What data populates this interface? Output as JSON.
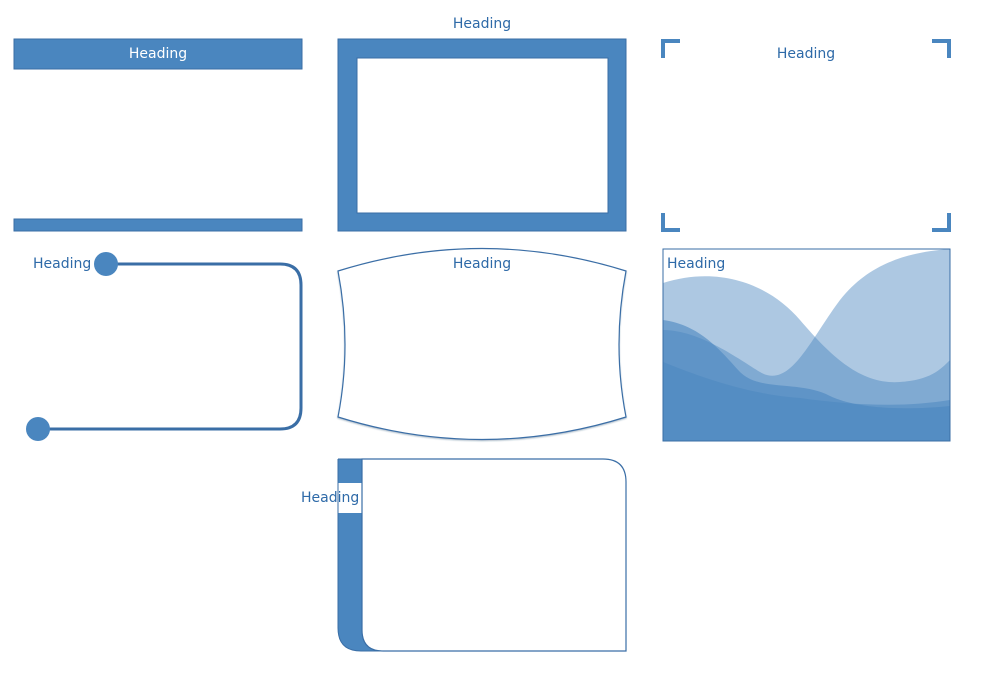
{
  "colors": {
    "primary": "#4a86bf",
    "primary_dark": "#3a6ea6",
    "text": "#2e6aa8",
    "text_on_fill": "#ffffff",
    "background": "#ffffff"
  },
  "containers": [
    {
      "id": "banded",
      "heading": "Heading"
    },
    {
      "id": "thick-frame",
      "heading": "Heading"
    },
    {
      "id": "corner-brackets",
      "heading": "Heading"
    },
    {
      "id": "connector-circles",
      "heading": "Heading"
    },
    {
      "id": "bowed",
      "heading": "Heading"
    },
    {
      "id": "waves",
      "heading": "Heading"
    },
    {
      "id": "side-tab",
      "heading": "Heading"
    }
  ]
}
